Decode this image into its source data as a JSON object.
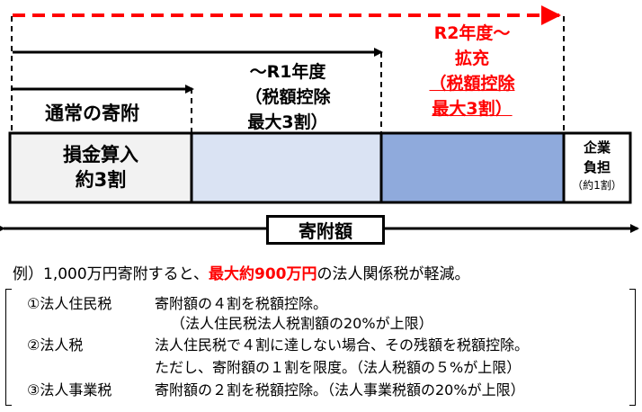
{
  "phases": {
    "normal": "通常の寄附",
    "r1": [
      "～R1年度",
      "（税額控除",
      "最大3割）"
    ],
    "r2": [
      "R2年度～",
      "拡充",
      "（税額控除",
      "最大3割）"
    ]
  },
  "bar": {
    "deduction": [
      "損金算入",
      "約3割"
    ],
    "burden": [
      "企業",
      "負担"
    ],
    "burden_note": "（約1割）"
  },
  "donation_label": "寄附額",
  "example": {
    "prefix": "例）1,000万円寄附すると、",
    "highlight": "最大約900万円",
    "suffix": "の法人関係税が軽減。"
  },
  "taxes": [
    {
      "name": "①法人住民税",
      "lines": [
        "寄附額の４割を税額控除。",
        "（法人住民税法人税割額の20%が上限）"
      ]
    },
    {
      "name": "②法人税",
      "lines": [
        "法人住民税で４割に達しない場合、その残額を税額控除。",
        "ただし、寄附額の１割を限度。（法人税額の５%が上限）"
      ]
    },
    {
      "name": "③法人事業税",
      "lines": [
        "寄附額の２割を税額控除。（法人事業税額の20%が上限）"
      ]
    }
  ],
  "colors": {
    "accent_red": "#ff0000",
    "cell_gray": "#f2f2f2",
    "cell_light_blue": "#dae3f3",
    "cell_blue": "#8faadc"
  }
}
